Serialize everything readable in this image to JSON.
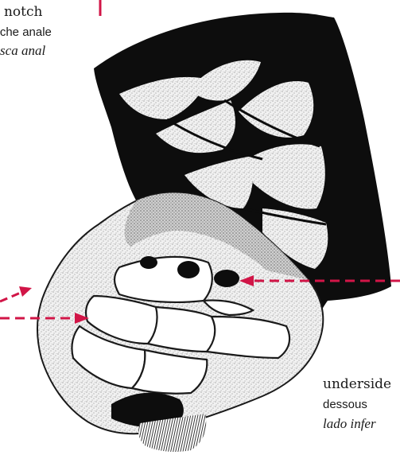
{
  "colors": {
    "ink": "#111111",
    "pointer": "#d11547",
    "pale_scale": "#e9e9e9"
  },
  "labels": {
    "anal_notch": {
      "en": "al notch",
      "fr": "coche anale",
      "es": "uesca anal"
    },
    "underside": {
      "en": "underside",
      "fr": "dessous",
      "es": "lado infer"
    }
  },
  "illustration": {
    "subject": "butterfly-hindwing-underside-illustration"
  }
}
